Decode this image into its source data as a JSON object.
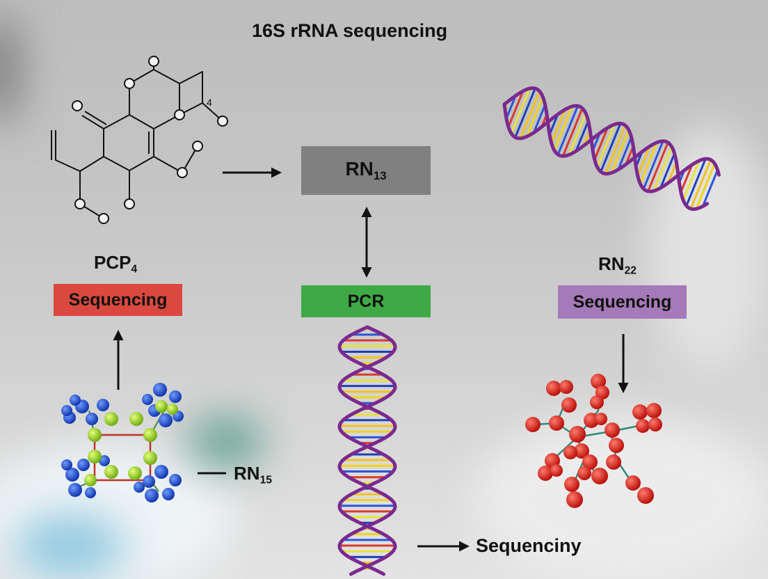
{
  "title": "16S rRNA sequencing",
  "labels": {
    "rn13": {
      "base": "RN",
      "sub": "13"
    },
    "pcp4": {
      "base": "PCP",
      "sub": "4"
    },
    "rn22": {
      "base": "RN",
      "sub": "22"
    },
    "rn15": {
      "base": "RN",
      "sub": "15"
    },
    "molecule_locant": "4",
    "sequencing_left": "Sequencing",
    "sequencing_right": "Sequencing",
    "pcr": "PCR",
    "sequenciny": "Sequenciny"
  },
  "colors": {
    "rn13_box": "#808080",
    "sequencing_left_box": "#d9493f",
    "pcr_box": "#3faa45",
    "sequencing_right_box": "#a57ab8",
    "dna_backbone": "#7a2a8f",
    "model_blue": "#1d4fd1",
    "model_green": "#a6dc27",
    "model_red": "#e8130f"
  }
}
